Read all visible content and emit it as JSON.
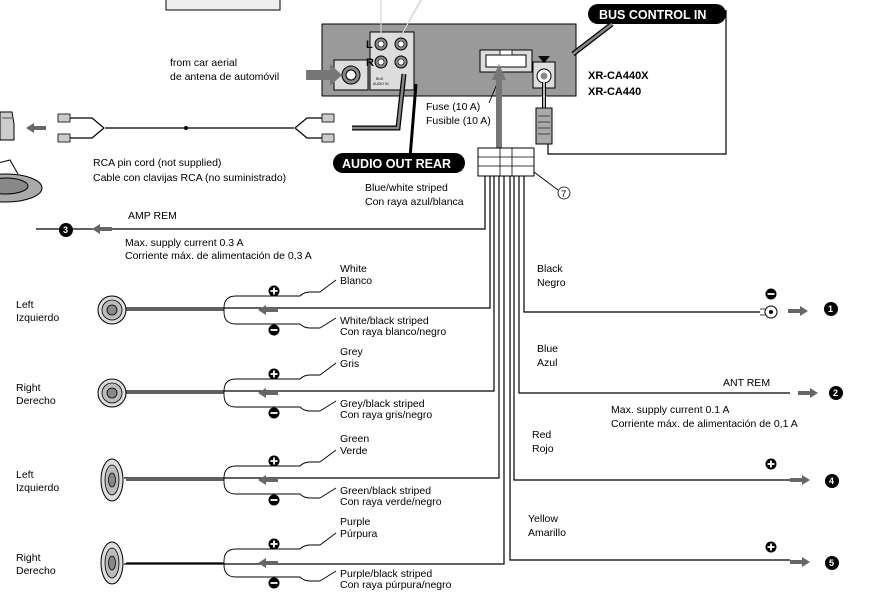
{
  "unit": {
    "model_1": "XR-CA440X",
    "model_2": "XR-CA440",
    "jack_l": "L",
    "jack_r": "R",
    "jack_tag_1": "BUS",
    "jack_tag_2": "AUDIO IN"
  },
  "labels": {
    "bus_control_in": "BUS CONTROL IN",
    "audio_out_rear": "AUDIO OUT REAR",
    "aerial_en": "from car aerial",
    "aerial_es": "de antena de automóvil",
    "rca_en": "RCA pin cord (not supplied)",
    "rca_es": "Cable con clavijas RCA (no suministrado)",
    "fuse_en": "Fuse (10 A)",
    "fuse_es": "Fusible (10 A)",
    "harness_ref": "7",
    "bluewhite_en": "Blue/white striped",
    "bluewhite_es": "Con raya azul/blanca",
    "amp_rem": "AMP REM",
    "amp_rem_ref": "3",
    "amp_max_en": "Max. supply current 0.3 A",
    "amp_max_es": "Corriente máx. de alimentación de 0,3 A",
    "ant_rem": "ANT REM",
    "ant_max_en": "Max. supply current 0.1 A",
    "ant_max_es": "Corriente máx. de alimentación de 0,1 A"
  },
  "power_wires": [
    {
      "color_en": "Black",
      "color_es": "Negro",
      "ref": "1"
    },
    {
      "color_en": "Blue",
      "color_es": "Azul",
      "ref": "2"
    },
    {
      "color_en": "Red",
      "color_es": "Rojo",
      "ref": "4"
    },
    {
      "color_en": "Yellow",
      "color_es": "Amarillo",
      "ref": "5"
    }
  ],
  "speakers": [
    {
      "side_en": "Left",
      "side_es": "Izquierdo",
      "pos_en": "White",
      "pos_es": "Blanco",
      "neg_en": "White/black striped",
      "neg_es": "Con raya blanco/negro"
    },
    {
      "side_en": "Right",
      "side_es": "Derecho",
      "pos_en": "Grey",
      "pos_es": "Gris",
      "neg_en": "Grey/black striped",
      "neg_es": "Con raya gris/negro"
    },
    {
      "side_en": "Left",
      "side_es": "Izquierdo",
      "pos_en": "Green",
      "pos_es": "Verde",
      "neg_en": "Green/black striped",
      "neg_es": "Con raya verde/negro"
    },
    {
      "side_en": "Right",
      "side_es": "Derecho",
      "pos_en": "Purple",
      "pos_es": "Púrpura",
      "neg_en": "Purple/black striped",
      "neg_es": "Con raya púrpura/negro"
    }
  ]
}
